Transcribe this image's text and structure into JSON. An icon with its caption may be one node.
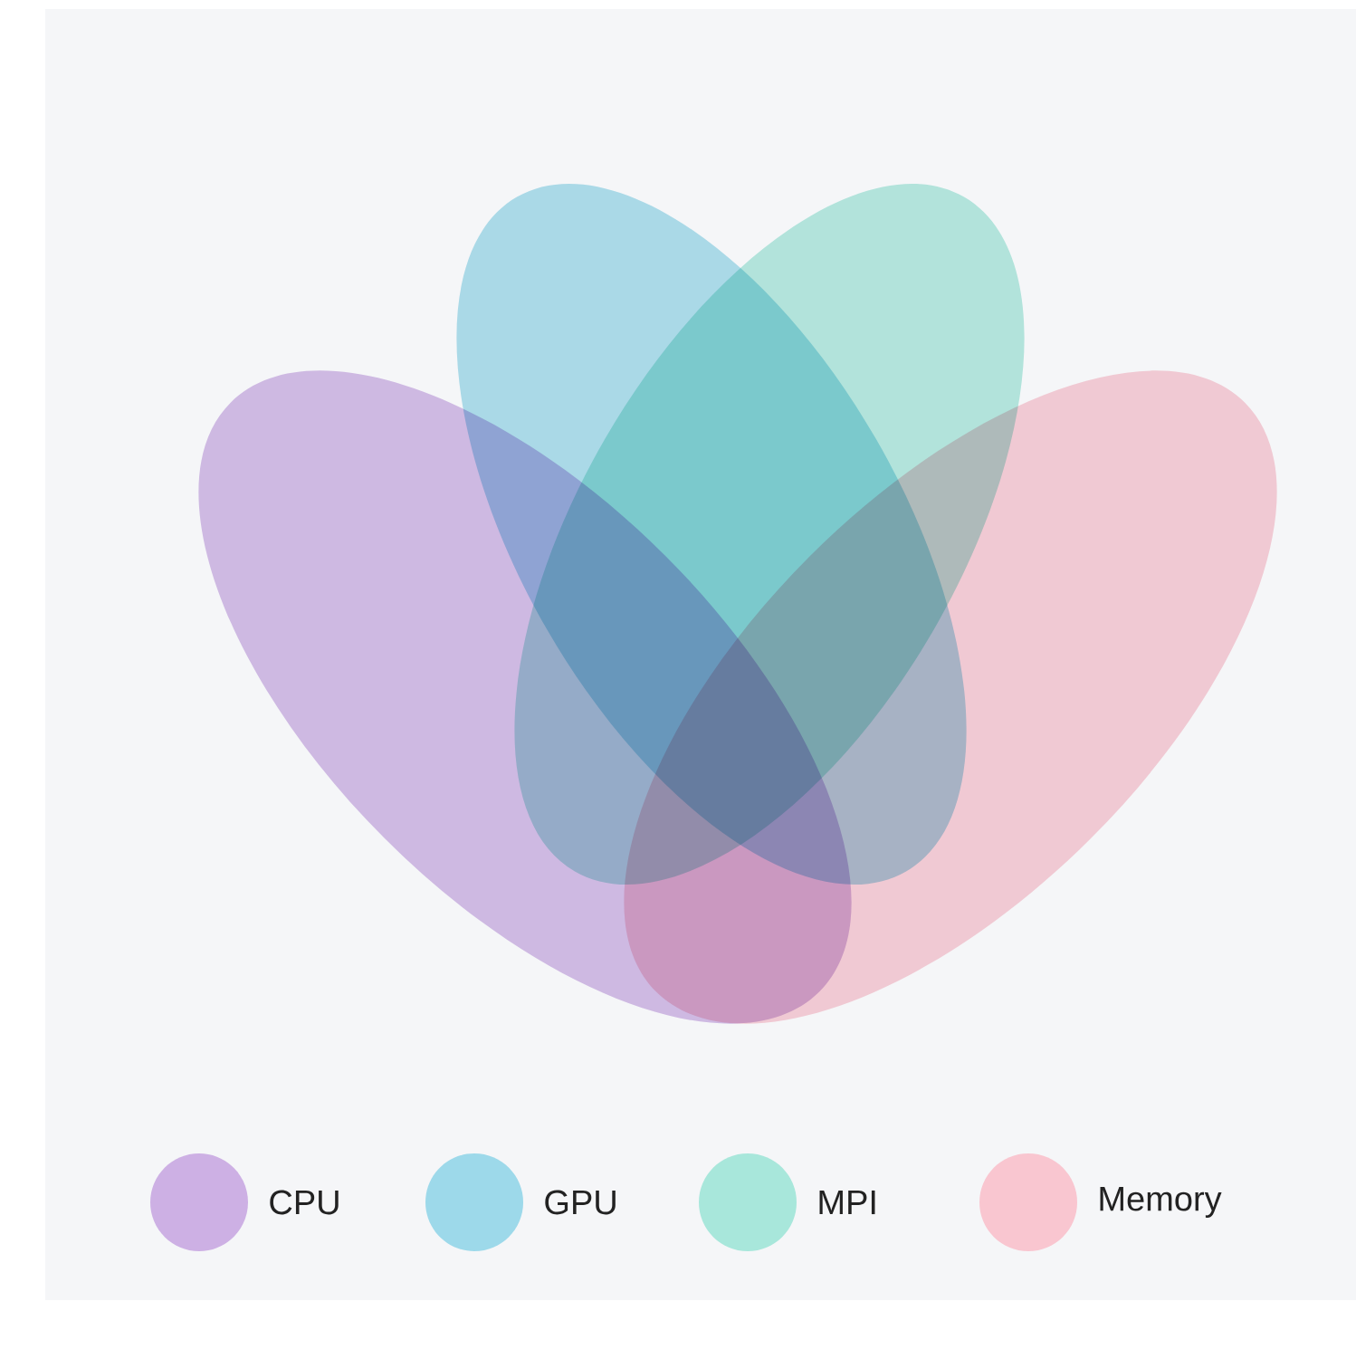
{
  "diagram": {
    "legend": [
      {
        "text": "CPU",
        "color": "#cdb0e4"
      },
      {
        "text": "GPU",
        "color": "#9dd9ea"
      },
      {
        "text": "MPI",
        "color": "#a8e7db"
      },
      {
        "text": "Memory",
        "color": "#f9c6d0"
      }
    ]
  }
}
